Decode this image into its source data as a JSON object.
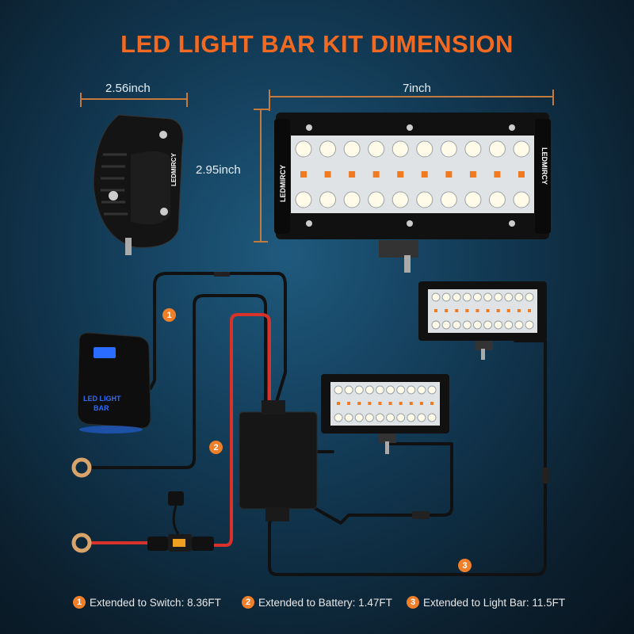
{
  "title": "LED LIGHT BAR KIT DIMENSION",
  "dimensions": {
    "width_small": "2.56inch",
    "width_large": "7inch",
    "height": "2.95inch"
  },
  "brand": "LEDMIRCY",
  "switch_label": [
    "LED LIGHT",
    "BAR"
  ],
  "legend": [
    {
      "num": "1",
      "text": "Extended to Switch: 8.36FT"
    },
    {
      "num": "2",
      "text": "Extended to Battery: 1.47FT"
    },
    {
      "num": "3",
      "text": "Extended to Light Bar: 11.5FT"
    }
  ],
  "colors": {
    "accent": "#f26a21",
    "badge": "#f07f2a",
    "dimension_line": "#c47a3c",
    "wire_red": "#d8322a",
    "switch_blue": "#2a6cff"
  }
}
